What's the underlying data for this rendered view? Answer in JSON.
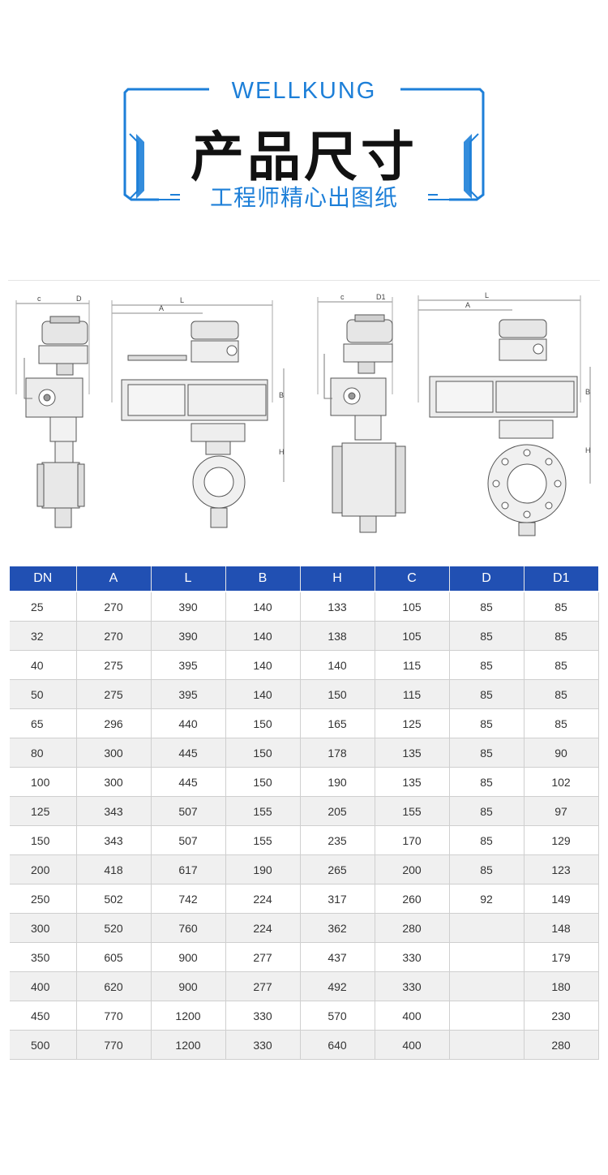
{
  "header": {
    "brand": "WELLKUNG",
    "title": "产品尺寸",
    "subtitle": "工程师精心出图纸",
    "accent_color": "#1d7fd8"
  },
  "drawing": {
    "labels": {
      "c": "c",
      "d": "D",
      "l": "L",
      "a": "A",
      "b": "B",
      "h": "H",
      "d1": "D1"
    }
  },
  "table": {
    "header_color": "#2150b3",
    "columns": [
      "DN",
      "A",
      "L",
      "B",
      "H",
      "C",
      "D",
      "D1"
    ],
    "rows": [
      [
        "25",
        "270",
        "390",
        "140",
        "133",
        "105",
        "85",
        "85"
      ],
      [
        "32",
        "270",
        "390",
        "140",
        "138",
        "105",
        "85",
        "85"
      ],
      [
        "40",
        "275",
        "395",
        "140",
        "140",
        "115",
        "85",
        "85"
      ],
      [
        "50",
        "275",
        "395",
        "140",
        "150",
        "115",
        "85",
        "85"
      ],
      [
        "65",
        "296",
        "440",
        "150",
        "165",
        "125",
        "85",
        "85"
      ],
      [
        "80",
        "300",
        "445",
        "150",
        "178",
        "135",
        "85",
        "90"
      ],
      [
        "100",
        "300",
        "445",
        "150",
        "190",
        "135",
        "85",
        "102"
      ],
      [
        "125",
        "343",
        "507",
        "155",
        "205",
        "155",
        "85",
        "97"
      ],
      [
        "150",
        "343",
        "507",
        "155",
        "235",
        "170",
        "85",
        "129"
      ],
      [
        "200",
        "418",
        "617",
        "190",
        "265",
        "200",
        "85",
        "123"
      ],
      [
        "250",
        "502",
        "742",
        "224",
        "317",
        "260",
        "92",
        "149"
      ],
      [
        "300",
        "520",
        "760",
        "224",
        "362",
        "280",
        "",
        "148"
      ],
      [
        "350",
        "605",
        "900",
        "277",
        "437",
        "330",
        "",
        "179"
      ],
      [
        "400",
        "620",
        "900",
        "277",
        "492",
        "330",
        "",
        "180"
      ],
      [
        "450",
        "770",
        "1200",
        "330",
        "570",
        "400",
        "",
        "230"
      ],
      [
        "500",
        "770",
        "1200",
        "330",
        "640",
        "400",
        "",
        "280"
      ]
    ]
  }
}
